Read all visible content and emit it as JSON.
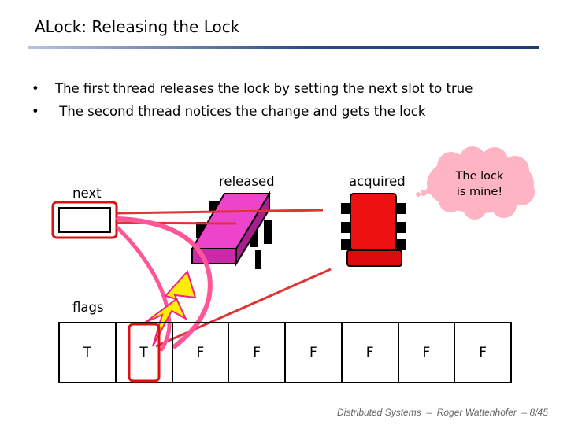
{
  "slide": {
    "title": "ALock: Releasing the Lock",
    "bullets": [
      "The first thread releases the lock by setting the next slot to true",
      " The second thread notices the change and gets the lock"
    ],
    "bullet_marker": "•"
  },
  "diagram": {
    "next_label": "next",
    "released_label": "released",
    "acquired_label": "acquired",
    "bubble_text": [
      "The lock",
      "is mine!"
    ],
    "flags_label": "flags",
    "flags": [
      "T",
      "T",
      "F",
      "F",
      "F",
      "F",
      "F",
      "F"
    ],
    "colors": {
      "released_lock": "#ee44cc",
      "acquired_lock": "#ee1111",
      "highlight_border": "#dd1111",
      "pointer_pink": "#ff5599",
      "lightning": "#ffee00",
      "bubble": "#ffb4c4"
    }
  },
  "footer": "Distributed Systems  –  Roger Wattenhofer  – 8/45"
}
